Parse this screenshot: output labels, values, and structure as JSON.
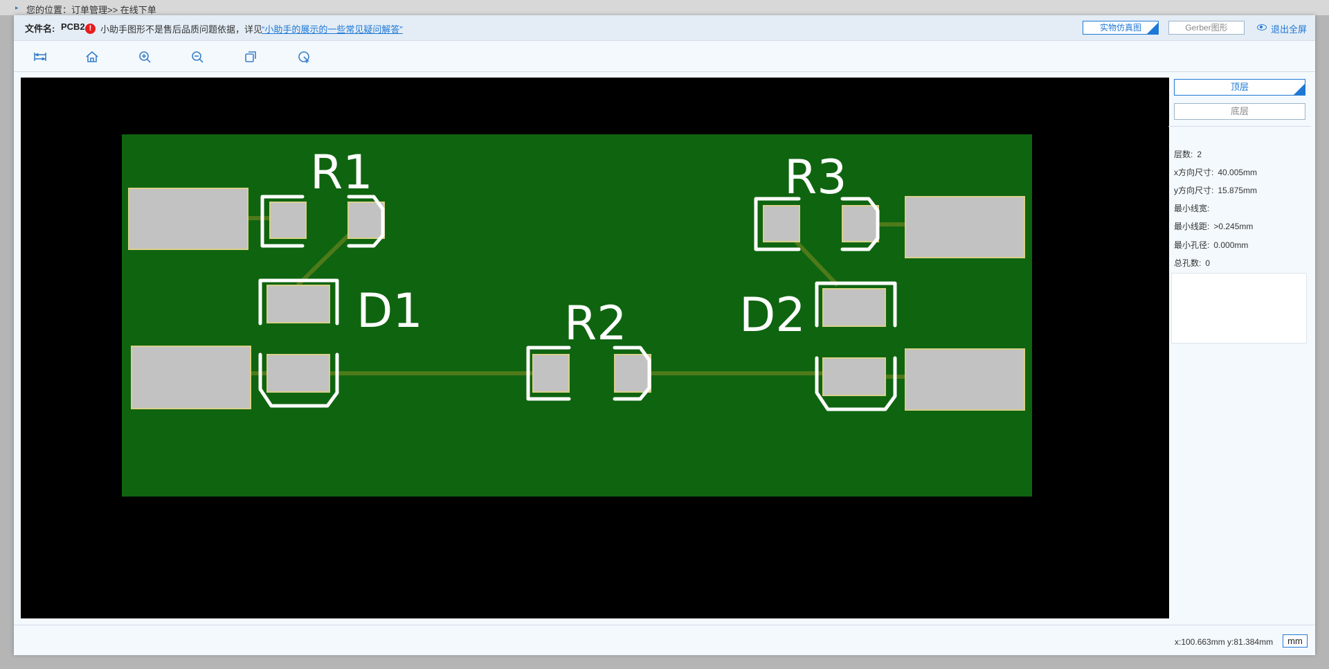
{
  "backdrop": {
    "breadcrumb": "您的位置：订单管理>> 在线下单"
  },
  "header": {
    "filename_label": "文件名:",
    "filename": "PCB2",
    "notice": "小助手图形不是售后品质问题依据，详见",
    "notice_link": "“小助手的展示的一些常见疑问解答”",
    "btn_real": "实物仿真图",
    "btn_gerber": "Gerber图形",
    "exit_fullscreen": "退出全屏"
  },
  "toolbar": {
    "tools": [
      "measure-icon",
      "home-icon",
      "zoom-in-icon",
      "zoom-out-icon",
      "copy-icon",
      "pointer-icon"
    ]
  },
  "pcb": {
    "labels": {
      "r1": "R1",
      "d1": "D1",
      "r2": "R2",
      "d2": "D2",
      "r3": "R3"
    },
    "colors": {
      "board": "#0f6410",
      "pad": "#c2c2c2",
      "pad_edge": "#d8d08a",
      "silk": "#ffffff",
      "trace": "#4e7a1a",
      "background": "#000000"
    }
  },
  "sidebar": {
    "layer_top": "顶层",
    "layer_bottom": "底层",
    "info": [
      {
        "label": "层数:",
        "value": "2"
      },
      {
        "label": "x方向尺寸:",
        "value": "40.005mm"
      },
      {
        "label": "y方向尺寸:",
        "value": "15.875mm"
      },
      {
        "label": "最小线宽:",
        "value": ""
      },
      {
        "label": "最小线距:",
        "value": ">0.245mm"
      },
      {
        "label": "最小孔径:",
        "value": "0.000mm"
      },
      {
        "label": "总孔数:",
        "value": "0"
      }
    ]
  },
  "footer": {
    "coords": "x:100.663mm  y:81.384mm",
    "unit": "mm"
  },
  "accent": "#1e78d6"
}
